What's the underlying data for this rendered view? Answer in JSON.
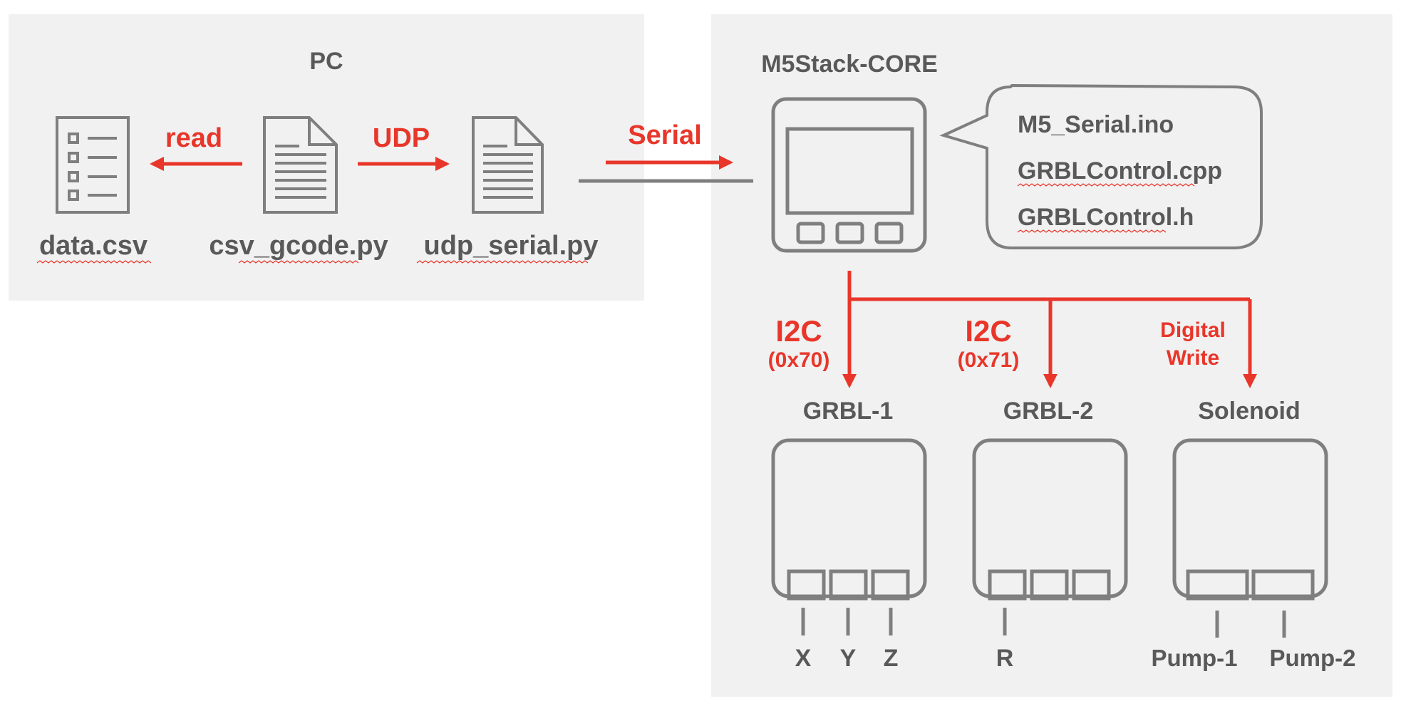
{
  "pc": {
    "title": "PC"
  },
  "files": {
    "data_csv": "data.csv",
    "csv_gcode": "csv_gcode.py",
    "udp_serial": "udp_serial.py"
  },
  "flows": {
    "read": "read",
    "udp": "UDP",
    "serial": "Serial"
  },
  "m5": {
    "title": "M5Stack-CORE",
    "code_files": [
      "M5_Serial.ino",
      "GRBLControl.cpp",
      "GRBLControl.h"
    ]
  },
  "buses": {
    "i2c_1": {
      "label": "I2C",
      "address": "(0x70)"
    },
    "i2c_2": {
      "label": "I2C",
      "address": "(0x71)"
    },
    "digital": {
      "line1": "Digital",
      "line2": "Write"
    }
  },
  "devices": {
    "grbl1": {
      "title": "GRBL-1",
      "ports": [
        "X",
        "Y",
        "Z"
      ]
    },
    "grbl2": {
      "title": "GRBL-2",
      "ports": [
        "R"
      ]
    },
    "solenoid": {
      "title": "Solenoid",
      "ports": [
        "Pump-1",
        "Pump-2"
      ]
    }
  },
  "colors": {
    "accent": "#e8362a",
    "stroke": "#7f7f7f",
    "text": "#595959",
    "panel": "#f1f1f1"
  },
  "icons": [
    "list-document-icon",
    "document-icon",
    "m5stack-device-icon",
    "module-board-icon"
  ]
}
